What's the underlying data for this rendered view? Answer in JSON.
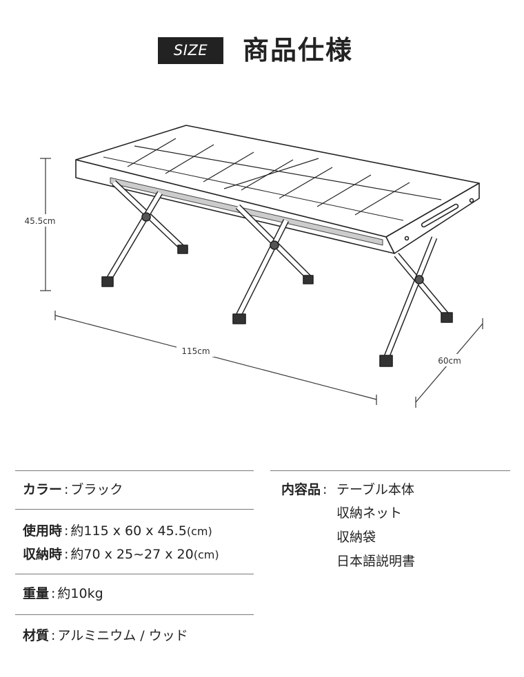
{
  "header": {
    "badge": "SIZE",
    "title": "商品仕様"
  },
  "dimensions": {
    "height": "45.5cm",
    "width": "115cm",
    "depth": "60cm"
  },
  "specs": {
    "color": {
      "label": "カラー",
      "sep": ":",
      "value": "ブラック"
    },
    "in_use": {
      "label": "使用時",
      "sep": ":",
      "value": "約115 x 60 x 45.5",
      "unit": "(cm)"
    },
    "stored": {
      "label": "収納時",
      "sep": ":",
      "value": "約70 x 25~27 x 20",
      "unit": "(cm)"
    },
    "weight": {
      "label": "重量",
      "sep": ":",
      "value": "約10kg"
    },
    "material": {
      "label": "材質",
      "sep": ":",
      "value": "アルミニウム / ウッド"
    }
  },
  "contents": {
    "label": "内容品",
    "sep": ":",
    "items": [
      "テーブル本体",
      "収納ネット",
      "収納袋",
      "日本語説明書"
    ]
  }
}
